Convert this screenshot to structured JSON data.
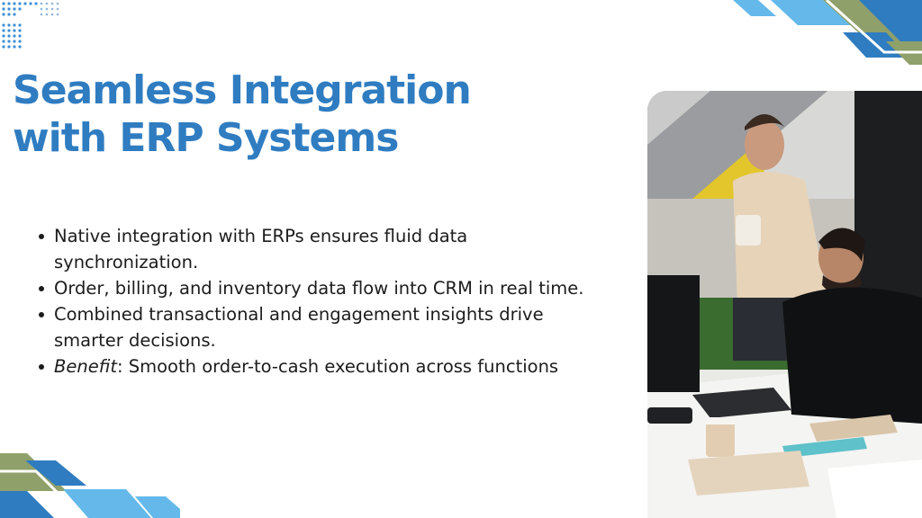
{
  "slide": {
    "title_line1": "Seamless Integration",
    "title_line2": "with ERP Systems",
    "bullets": [
      "Native integration with ERPs ensures fluid data synchronization.",
      "Order, billing, and inventory data flow into CRM in real time.",
      "Combined transactional and engagement insights drive smarter decisions."
    ],
    "benefit_label": "Benefit",
    "benefit_text": ": Smooth order-to-cash execution across functions"
  },
  "colors": {
    "title": "#2f7cc1",
    "accent_blue": "#2f7cc1",
    "accent_light_blue": "#64b9ea",
    "accent_olive": "#8fa06a",
    "text": "#1c1c1c"
  },
  "photo": {
    "description_icon": "office-photo"
  }
}
